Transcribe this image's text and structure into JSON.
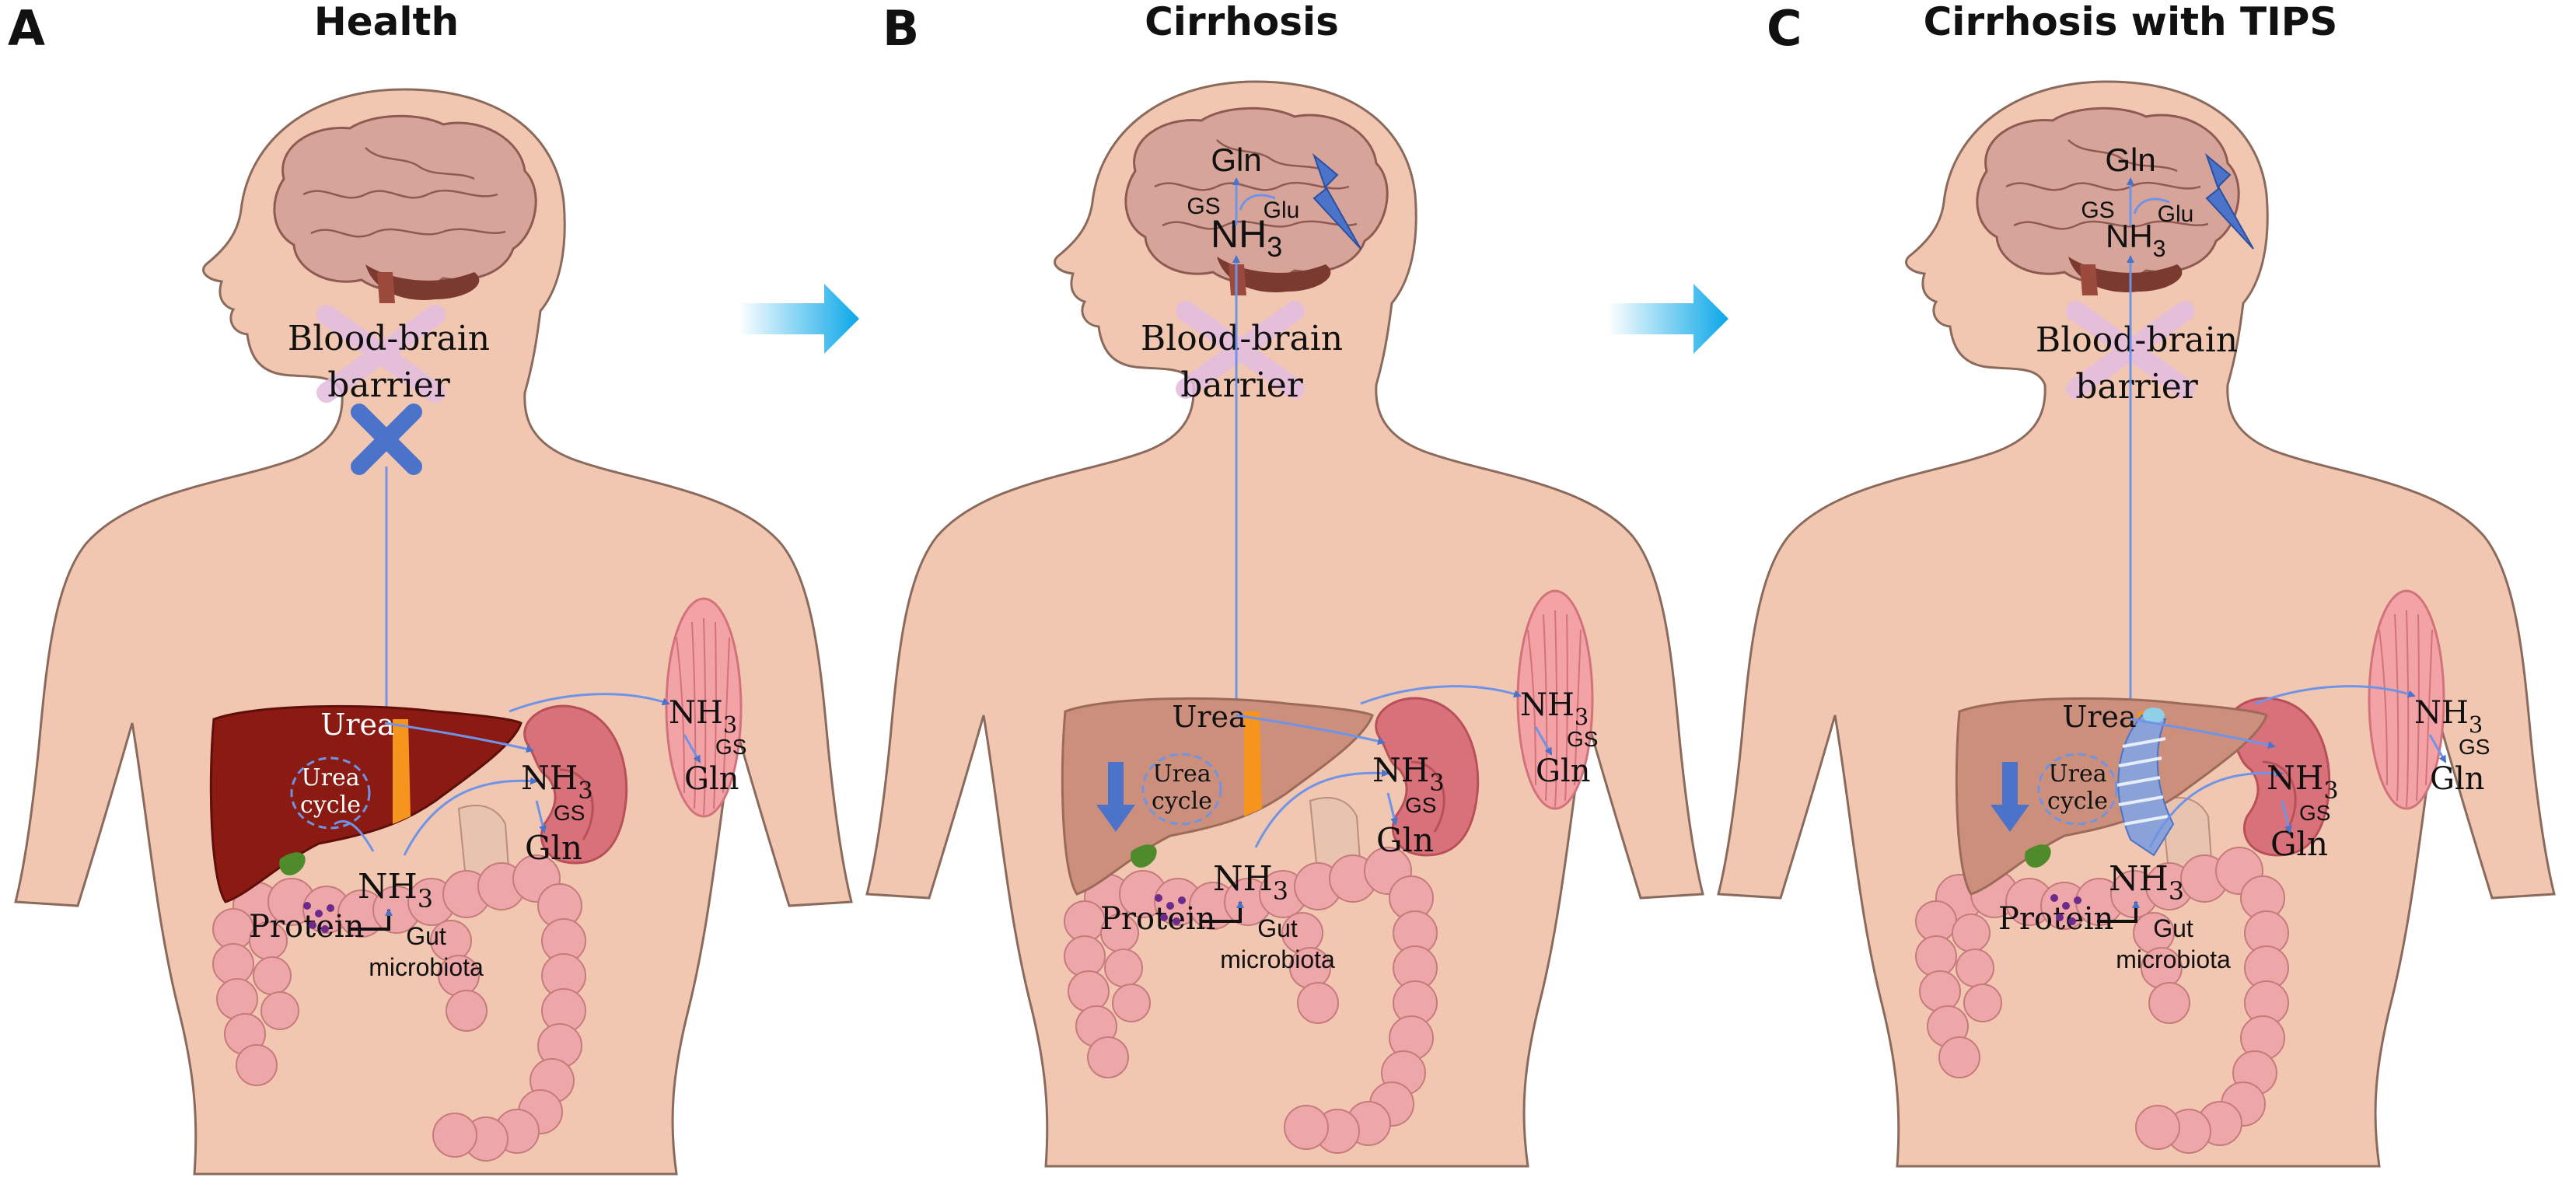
{
  "colors": {
    "skin": "#f2c7b2",
    "skin_outline": "#8a6a5c",
    "brain": "#d7a49a",
    "brain_outline": "#8e5a52",
    "brainstem": "#9b4a3c",
    "liver_healthy": "#8b1a12",
    "liver_cirrhotic": "#cc8f7c",
    "gallbladder": "#4f8a2b",
    "portal_vein": "#f5951e",
    "kidney": "#d9717a",
    "kidney_inner": "#e8c3b0",
    "muscle": "#f3a2a6",
    "intestine": "#eea7a8",
    "arrow_blue": "#4a73c9",
    "flow_line": "#6f93e6",
    "panel_arrow": "#0aa7e8",
    "bbb": "#e3bde0",
    "protein_dots": "#6b2a8c"
  },
  "panels": [
    {
      "letter": "A",
      "title": "Health",
      "bbb_label_1": "Blood-brain",
      "bbb_label_2": "barrier",
      "urea": "Urea",
      "urea_cycle_1": "Urea",
      "urea_cycle_2": "cycle",
      "nh3_gut": "NH",
      "nh3_gut_sub": "3",
      "protein": "Protein",
      "gut_1": "Gut",
      "gut_2": "microbiota",
      "kidney_nh3": "NH",
      "kidney_nh3_sub": "3",
      "kidney_gs": "GS",
      "kidney_gln": "Gln",
      "muscle_nh3": "NH",
      "muscle_nh3_sub": "3",
      "muscle_gs": "GS",
      "muscle_gln": "Gln"
    },
    {
      "letter": "B",
      "title": "Cirrhosis",
      "brain_gln": "Gln",
      "brain_gs": "GS",
      "brain_glu": "Glu",
      "brain_nh3": "NH",
      "brain_nh3_sub": "3",
      "bbb_label_1": "Blood-brain",
      "bbb_label_2": "barrier",
      "urea": "Urea",
      "urea_cycle_1": "Urea",
      "urea_cycle_2": "cycle",
      "nh3_gut": "NH",
      "nh3_gut_sub": "3",
      "protein": "Protein",
      "gut_1": "Gut",
      "gut_2": "microbiota",
      "kidney_nh3": "NH",
      "kidney_nh3_sub": "3",
      "kidney_gs": "GS",
      "kidney_gln": "Gln",
      "muscle_nh3": "NH",
      "muscle_nh3_sub": "3",
      "muscle_gs": "GS",
      "muscle_gln": "Gln"
    },
    {
      "letter": "C",
      "title": "Cirrhosis with TIPS",
      "brain_gln": "Gln",
      "brain_gs": "GS",
      "brain_glu": "Glu",
      "brain_nh3": "NH",
      "brain_nh3_sub": "3",
      "bbb_label_1": "Blood-brain",
      "bbb_label_2": "barrier",
      "urea": "Urea",
      "urea_cycle_1": "Urea",
      "urea_cycle_2": "cycle",
      "nh3_gut": "NH",
      "nh3_gut_sub": "3",
      "protein": "Protein",
      "gut_1": "Gut",
      "gut_2": "microbiota",
      "kidney_nh3": "NH",
      "kidney_nh3_sub": "3",
      "kidney_gs": "GS",
      "kidney_gln": "Gln",
      "muscle_nh3": "NH",
      "muscle_nh3_sub": "3",
      "muscle_gs": "GS",
      "muscle_gln": "Gln"
    }
  ]
}
